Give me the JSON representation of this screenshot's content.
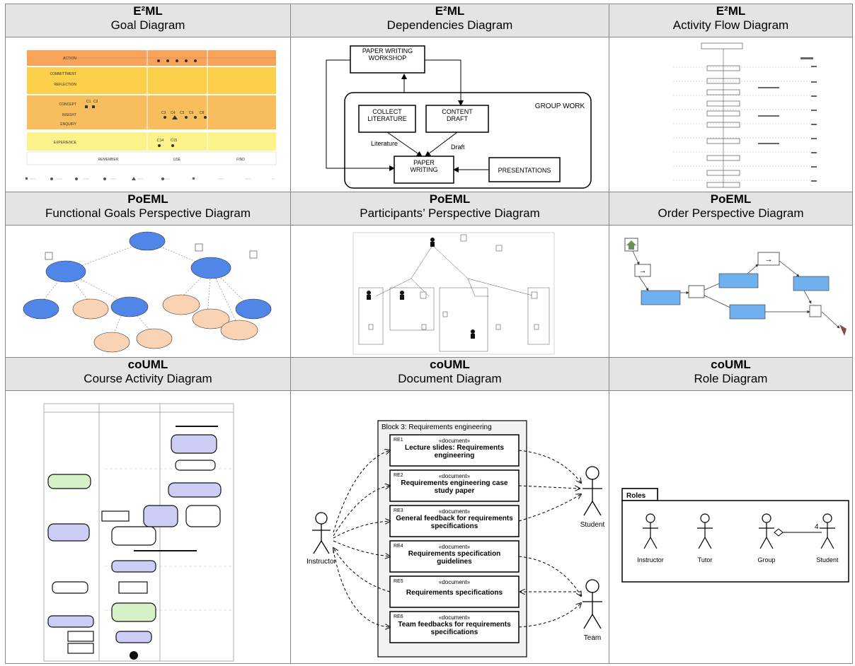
{
  "cells": [
    {
      "lang": "E²ML",
      "title": "Goal Diagram"
    },
    {
      "lang": "E²ML",
      "title": "Dependencies Diagram"
    },
    {
      "lang": "E²ML",
      "title": "Activity Flow Diagram"
    },
    {
      "lang": "PoEML",
      "title": "Functional Goals Perspective Diagram"
    },
    {
      "lang": "PoEML",
      "title": "Participants’ Perspective Diagram"
    },
    {
      "lang": "PoEML",
      "title": "Order Perspective Diagram"
    },
    {
      "lang": "coUML",
      "title": "Course Activity Diagram"
    },
    {
      "lang": "coUML",
      "title": "Document Diagram"
    },
    {
      "lang": "coUML",
      "title": "Role Diagram"
    }
  ],
  "goal": {
    "rows": [
      "ACTION",
      "COMMITTMENT",
      "REFLECTION",
      "CONCEPT",
      "INSIGHT",
      "ENQUIRY",
      "EXPERIENCE"
    ],
    "columns": [
      "REMEMBER",
      "USE",
      "FIND"
    ],
    "marks": [
      "C1",
      "C2",
      "C3",
      "C4",
      "C5",
      "C6",
      "C8",
      "C14",
      "C15"
    ]
  },
  "dependencies": {
    "nodes": {
      "workshop": "PAPER WRITING WORKSHOP",
      "collect": "COLLECT LITERATURE",
      "draft": "CONTENT DRAFT",
      "writing": "PAPER WRITING",
      "presentations": "PRESENTATIONS"
    },
    "group": "GROUP WORK",
    "edges": {
      "literature": "Literature",
      "draft": "Draft"
    }
  },
  "document": {
    "block": "Block 3: Requirements engineering",
    "stereotype": "«document»",
    "docs": [
      {
        "id": "RE1",
        "name": "Lecture slides: Requirements engineering"
      },
      {
        "id": "RE2",
        "name": "Requirements engineering case study paper"
      },
      {
        "id": "RE3",
        "name": "General feedback for requirements specifications"
      },
      {
        "id": "RE4",
        "name": "Requirements specification guidelines"
      },
      {
        "id": "RE5",
        "name": "Requirements specifications"
      },
      {
        "id": "RE6",
        "name": "Team feedbacks for requirements specifications"
      }
    ],
    "actors": {
      "instructor": "Instructor",
      "student": "Student",
      "team": "Team"
    }
  },
  "roles": {
    "title": "Roles",
    "actors": [
      "Instructor",
      "Tutor",
      "Group",
      "Student"
    ],
    "multiplicity": "4"
  }
}
